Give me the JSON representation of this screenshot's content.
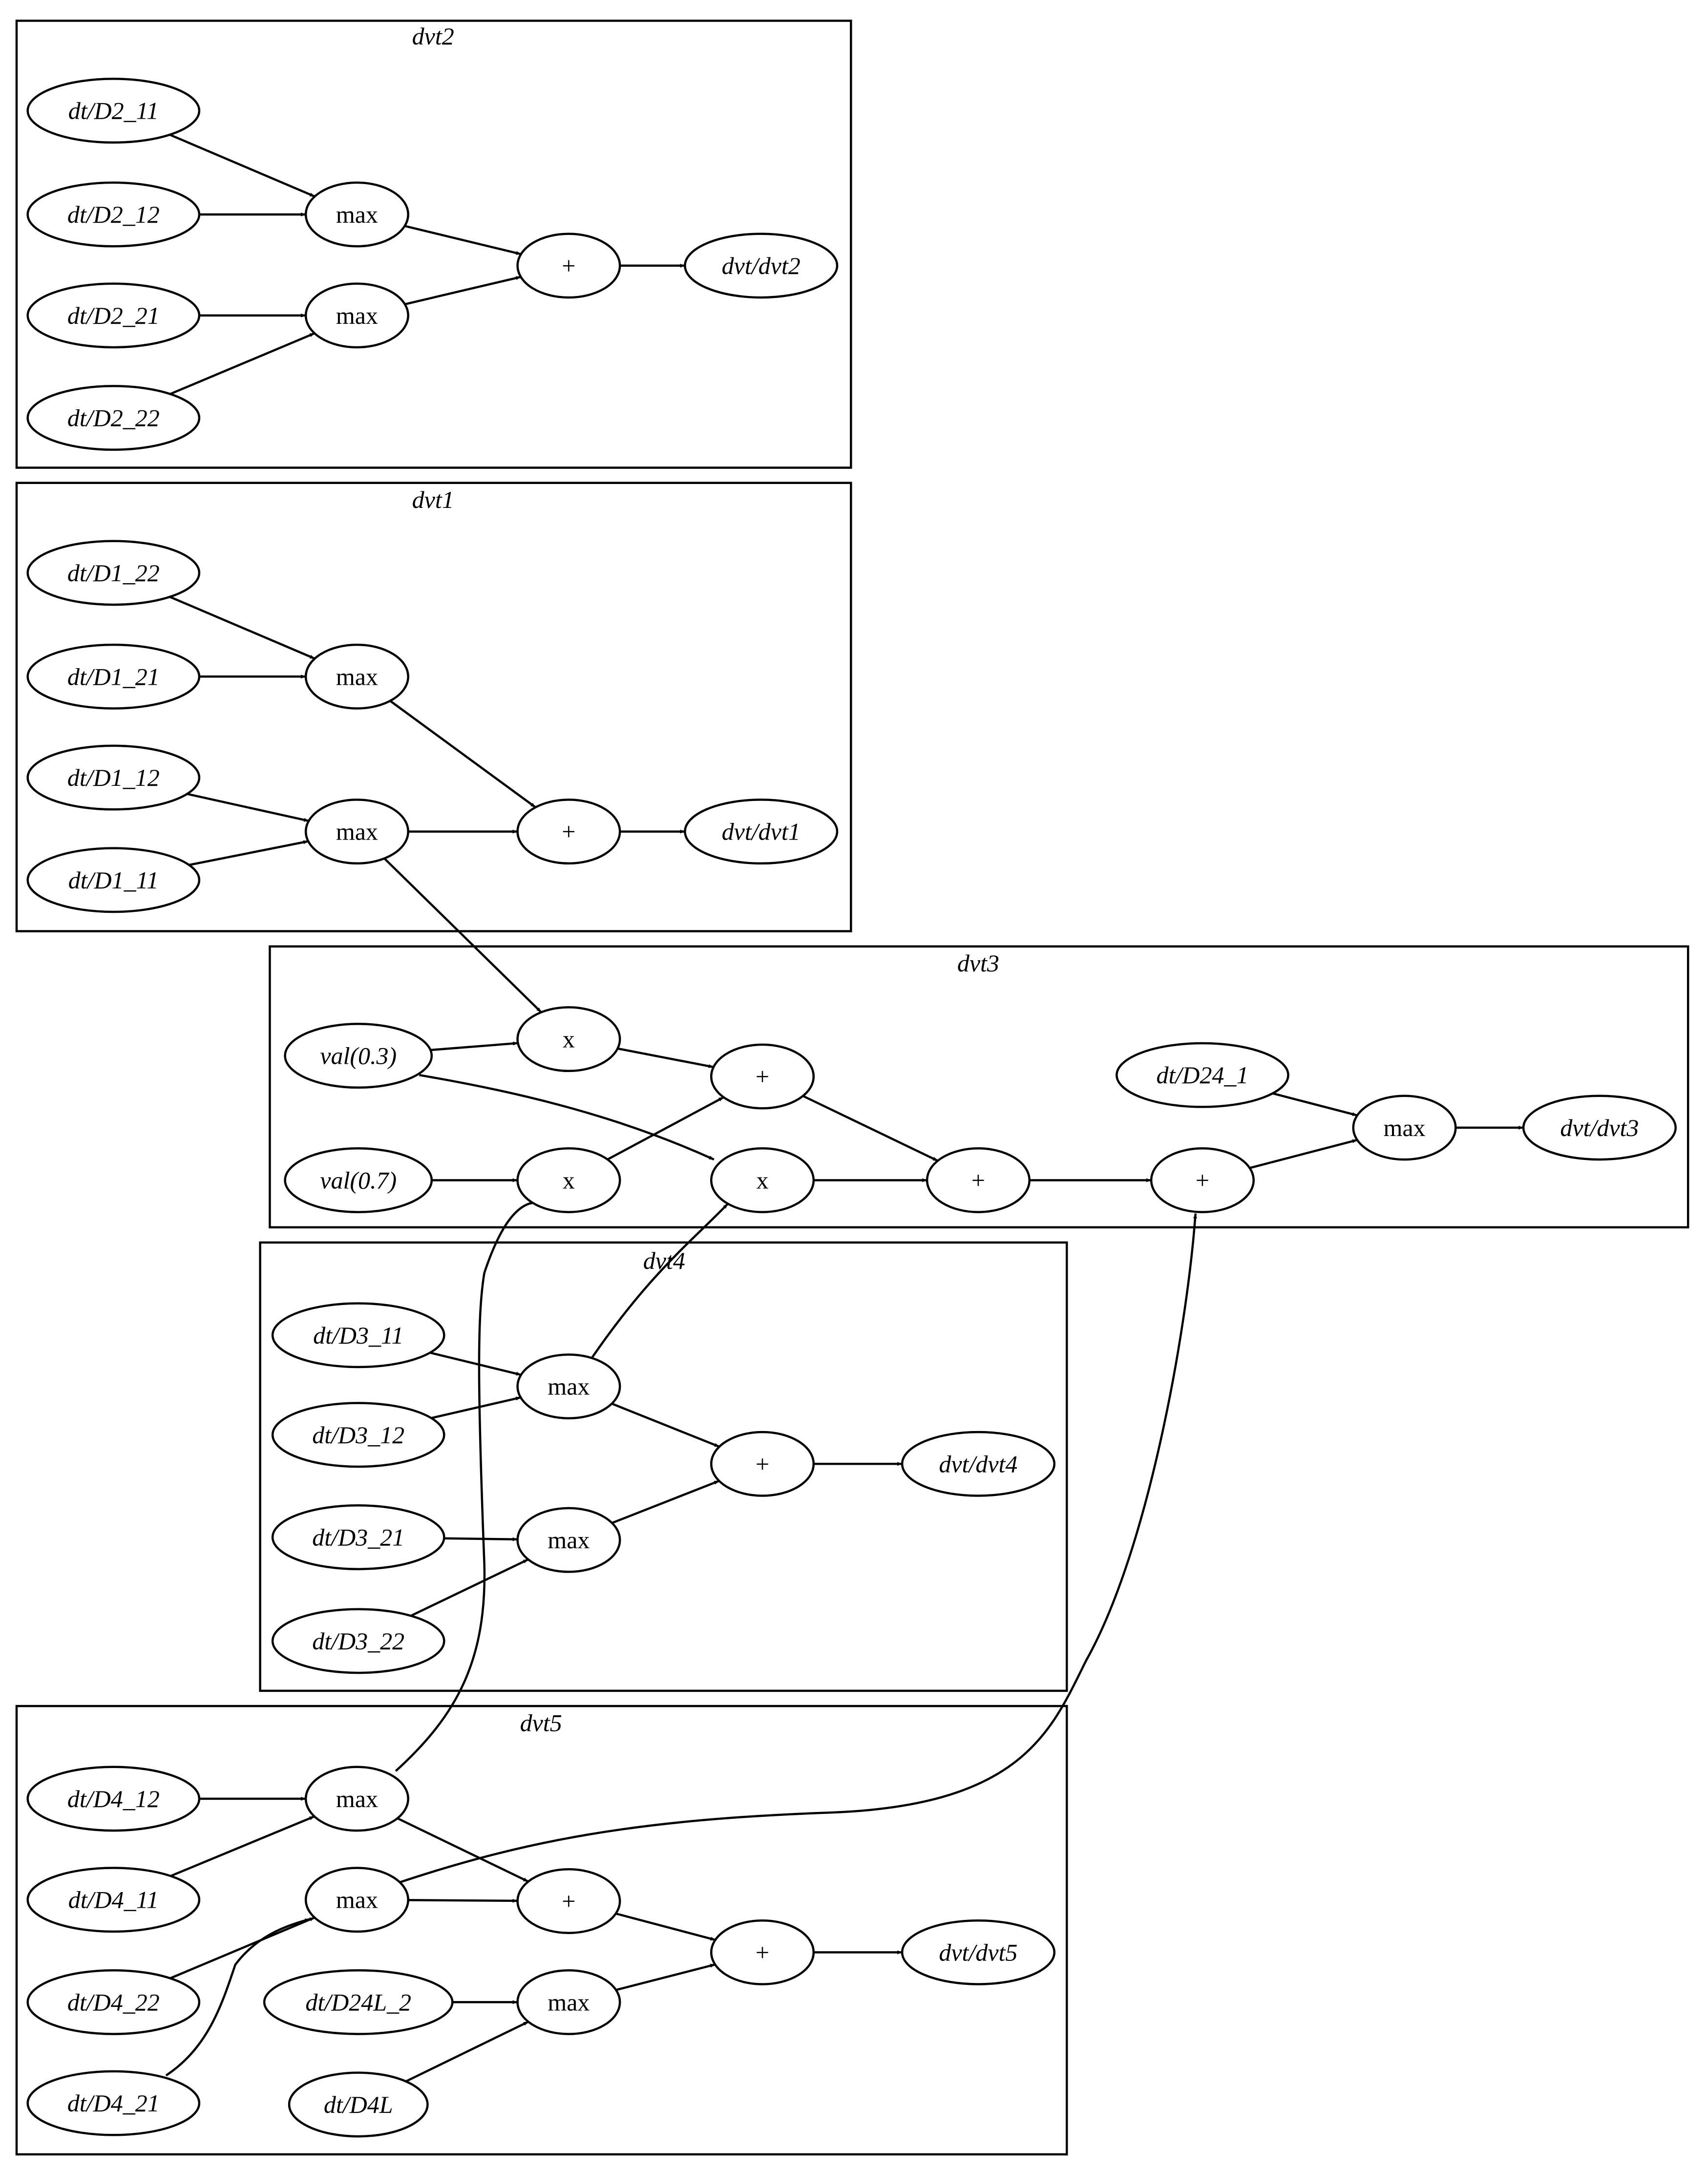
{
  "clusters": [
    {
      "id": "dvt2",
      "label": "dvt2"
    },
    {
      "id": "dvt1",
      "label": "dvt1"
    },
    {
      "id": "dvt3",
      "label": "dvt3"
    },
    {
      "id": "dvt4",
      "label": "dvt4"
    },
    {
      "id": "dvt5",
      "label": "dvt5"
    }
  ],
  "nodes": [
    {
      "id": "d2_11",
      "label": "dt/D2_11",
      "italic": true
    },
    {
      "id": "d2_12",
      "label": "dt/D2_12",
      "italic": true
    },
    {
      "id": "d2_21",
      "label": "dt/D2_21",
      "italic": true
    },
    {
      "id": "d2_22",
      "label": "dt/D2_22",
      "italic": true
    },
    {
      "id": "max2a",
      "label": "max"
    },
    {
      "id": "max2b",
      "label": "max"
    },
    {
      "id": "plus2",
      "label": "+"
    },
    {
      "id": "out2",
      "label": "dvt/dvt2",
      "italic": true
    },
    {
      "id": "d1_22",
      "label": "dt/D1_22",
      "italic": true
    },
    {
      "id": "d1_21",
      "label": "dt/D1_21",
      "italic": true
    },
    {
      "id": "d1_12",
      "label": "dt/D1_12",
      "italic": true
    },
    {
      "id": "d1_11",
      "label": "dt/D1_11",
      "italic": true
    },
    {
      "id": "max1a",
      "label": "max"
    },
    {
      "id": "max1b",
      "label": "max"
    },
    {
      "id": "plus1",
      "label": "+"
    },
    {
      "id": "out1",
      "label": "dvt/dvt1",
      "italic": true
    },
    {
      "id": "val03",
      "label": "val(0.3)",
      "italic": true
    },
    {
      "id": "val07",
      "label": "val(0.7)",
      "italic": true
    },
    {
      "id": "x1",
      "label": "x"
    },
    {
      "id": "x2",
      "label": "x"
    },
    {
      "id": "x3",
      "label": "x"
    },
    {
      "id": "plus3a",
      "label": "+"
    },
    {
      "id": "plus3b",
      "label": "+"
    },
    {
      "id": "plus3c",
      "label": "+"
    },
    {
      "id": "d24_1",
      "label": "dt/D24_1",
      "italic": true
    },
    {
      "id": "max3",
      "label": "max"
    },
    {
      "id": "out3",
      "label": "dvt/dvt3",
      "italic": true
    },
    {
      "id": "d3_11",
      "label": "dt/D3_11",
      "italic": true
    },
    {
      "id": "d3_12",
      "label": "dt/D3_12",
      "italic": true
    },
    {
      "id": "d3_21",
      "label": "dt/D3_21",
      "italic": true
    },
    {
      "id": "d3_22",
      "label": "dt/D3_22",
      "italic": true
    },
    {
      "id": "max4a",
      "label": "max"
    },
    {
      "id": "max4b",
      "label": "max"
    },
    {
      "id": "plus4",
      "label": "+"
    },
    {
      "id": "out4",
      "label": "dvt/dvt4",
      "italic": true
    },
    {
      "id": "d4_12",
      "label": "dt/D4_12",
      "italic": true
    },
    {
      "id": "d4_11",
      "label": "dt/D4_11",
      "italic": true
    },
    {
      "id": "d4_22",
      "label": "dt/D4_22",
      "italic": true
    },
    {
      "id": "d4_21",
      "label": "dt/D4_21",
      "italic": true
    },
    {
      "id": "d24l_2",
      "label": "dt/D24L_2",
      "italic": true
    },
    {
      "id": "d4l",
      "label": "dt/D4L",
      "italic": true
    },
    {
      "id": "max5a",
      "label": "max"
    },
    {
      "id": "max5b",
      "label": "max"
    },
    {
      "id": "max5c",
      "label": "max"
    },
    {
      "id": "plus5a",
      "label": "+"
    },
    {
      "id": "plus5b",
      "label": "+"
    },
    {
      "id": "out5",
      "label": "dvt/dvt5",
      "italic": true
    }
  ],
  "edges": [
    {
      "from": "d2_11",
      "to": "max2a"
    },
    {
      "from": "d2_12",
      "to": "max2a"
    },
    {
      "from": "d2_21",
      "to": "max2b"
    },
    {
      "from": "d2_22",
      "to": "max2b"
    },
    {
      "from": "max2a",
      "to": "plus2"
    },
    {
      "from": "max2b",
      "to": "plus2"
    },
    {
      "from": "plus2",
      "to": "out2"
    },
    {
      "from": "d1_22",
      "to": "max1a"
    },
    {
      "from": "d1_21",
      "to": "max1a"
    },
    {
      "from": "d1_12",
      "to": "max1b"
    },
    {
      "from": "d1_11",
      "to": "max1b"
    },
    {
      "from": "max1a",
      "to": "plus1"
    },
    {
      "from": "max1b",
      "to": "plus1"
    },
    {
      "from": "plus1",
      "to": "out1"
    },
    {
      "from": "max1b",
      "to": "x1"
    },
    {
      "from": "val03",
      "to": "x1"
    },
    {
      "from": "val03",
      "to": "x3"
    },
    {
      "from": "val07",
      "to": "x2"
    },
    {
      "from": "x1",
      "to": "plus3a"
    },
    {
      "from": "x2",
      "to": "plus3a"
    },
    {
      "from": "plus3a",
      "to": "plus3b"
    },
    {
      "from": "x3",
      "to": "plus3b"
    },
    {
      "from": "plus3b",
      "to": "plus3c"
    },
    {
      "from": "plus3c",
      "to": "max3"
    },
    {
      "from": "d24_1",
      "to": "max3"
    },
    {
      "from": "max3",
      "to": "out3"
    },
    {
      "from": "d3_11",
      "to": "max4a"
    },
    {
      "from": "d3_12",
      "to": "max4a"
    },
    {
      "from": "d3_21",
      "to": "max4b"
    },
    {
      "from": "d3_22",
      "to": "max4b"
    },
    {
      "from": "max4a",
      "to": "plus4"
    },
    {
      "from": "max4b",
      "to": "plus4"
    },
    {
      "from": "plus4",
      "to": "out4"
    },
    {
      "from": "max4a",
      "to": "x3"
    },
    {
      "from": "d4_12",
      "to": "max5a"
    },
    {
      "from": "d4_11",
      "to": "max5a"
    },
    {
      "from": "d4_22",
      "to": "max5b"
    },
    {
      "from": "d4_21",
      "to": "max5b"
    },
    {
      "from": "d24l_2",
      "to": "max5c"
    },
    {
      "from": "d4l",
      "to": "max5c"
    },
    {
      "from": "max5a",
      "to": "plus5a"
    },
    {
      "from": "max5b",
      "to": "plus5a"
    },
    {
      "from": "plus5a",
      "to": "plus5b"
    },
    {
      "from": "max5c",
      "to": "plus5b"
    },
    {
      "from": "plus5b",
      "to": "out5"
    },
    {
      "from": "max5a",
      "to": "x2"
    },
    {
      "from": "max5b",
      "to": "plus3c"
    }
  ]
}
